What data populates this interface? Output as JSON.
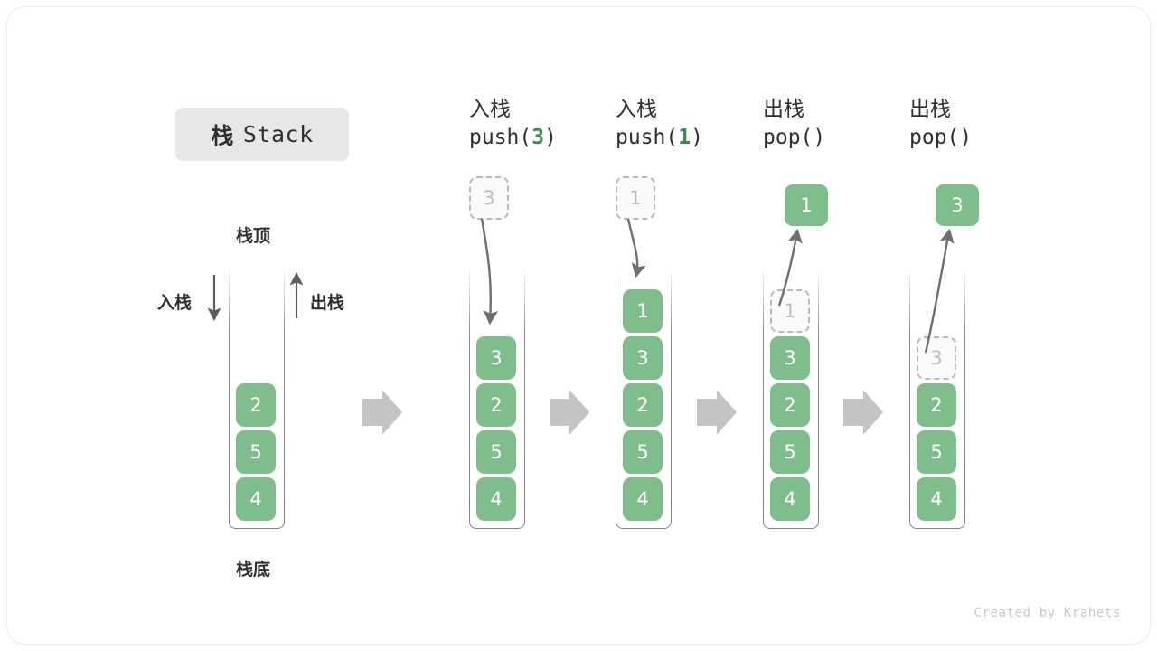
{
  "title": {
    "cjk": "栈",
    "latin": "Stack"
  },
  "footer": "Created by Krahets",
  "colors": {
    "element_green": "#7fbd8d",
    "ghost_border": "#b9b9b9",
    "ghost_text": "#bdbdbd",
    "arrow_gray": "#808080",
    "transition_arrow": "#c4c4c4",
    "text_dark": "#2f2f2f",
    "badge_bg": "#e7e7e7",
    "accent_green_text": "#3a8b4c"
  },
  "legend": {
    "top_label": "栈顶",
    "bottom_label": "栈底",
    "push_label": "入栈",
    "pop_label": "出栈"
  },
  "stages": [
    {
      "id": "initial",
      "caption_cjk": "",
      "caption_code_prefix": "",
      "caption_code_arg": "",
      "caption_code_suffix": "",
      "stack": [
        "2",
        "5",
        "4"
      ],
      "ghost_index": -1,
      "incoming_value": "",
      "result_value": ""
    },
    {
      "id": "push-3",
      "caption_cjk": "入栈",
      "caption_code_prefix": "push(",
      "caption_code_arg": "3",
      "caption_code_suffix": ")",
      "stack": [
        "3",
        "2",
        "5",
        "4"
      ],
      "ghost_index": -1,
      "incoming_value": "3",
      "result_value": ""
    },
    {
      "id": "push-1",
      "caption_cjk": "入栈",
      "caption_code_prefix": "push(",
      "caption_code_arg": "1",
      "caption_code_suffix": ")",
      "stack": [
        "1",
        "3",
        "2",
        "5",
        "4"
      ],
      "ghost_index": -1,
      "incoming_value": "1",
      "result_value": ""
    },
    {
      "id": "pop-1",
      "caption_cjk": "出栈",
      "caption_code_prefix": "pop(",
      "caption_code_arg": "",
      "caption_code_suffix": ")",
      "stack": [
        "1",
        "3",
        "2",
        "5",
        "4"
      ],
      "ghost_index": 0,
      "incoming_value": "",
      "result_value": "1"
    },
    {
      "id": "pop-3",
      "caption_cjk": "出栈",
      "caption_code_prefix": "pop(",
      "caption_code_arg": "",
      "caption_code_suffix": ")",
      "stack": [
        "3",
        "2",
        "5",
        "4"
      ],
      "ghost_index": 0,
      "incoming_value": "",
      "result_value": "3"
    }
  ],
  "boxes": {
    "s0_b0": "2",
    "s0_b1": "5",
    "s0_b2": "4",
    "s1_b0": "3",
    "s1_b1": "2",
    "s1_b2": "5",
    "s1_b3": "4",
    "s1_ghost": "3",
    "s2_b0": "1",
    "s2_b1": "3",
    "s2_b2": "2",
    "s2_b3": "5",
    "s2_b4": "4",
    "s2_ghost": "1",
    "s3_g0": "1",
    "s3_b1": "3",
    "s3_b2": "2",
    "s3_b3": "5",
    "s3_b4": "4",
    "s3_result": "1",
    "s4_g0": "3",
    "s4_b1": "2",
    "s4_b2": "5",
    "s4_b3": "4",
    "s4_result": "3"
  },
  "captions": {
    "c1_cjk": "入栈",
    "c1_pre": "push(",
    "c1_arg": "3",
    "c1_post": ")",
    "c2_cjk": "入栈",
    "c2_pre": "push(",
    "c2_arg": "1",
    "c2_post": ")",
    "c3_cjk": "出栈",
    "c3_pre": "pop(",
    "c3_arg": "",
    "c3_post": ")",
    "c4_cjk": "出栈",
    "c4_pre": "pop(",
    "c4_arg": "",
    "c4_post": ")"
  }
}
